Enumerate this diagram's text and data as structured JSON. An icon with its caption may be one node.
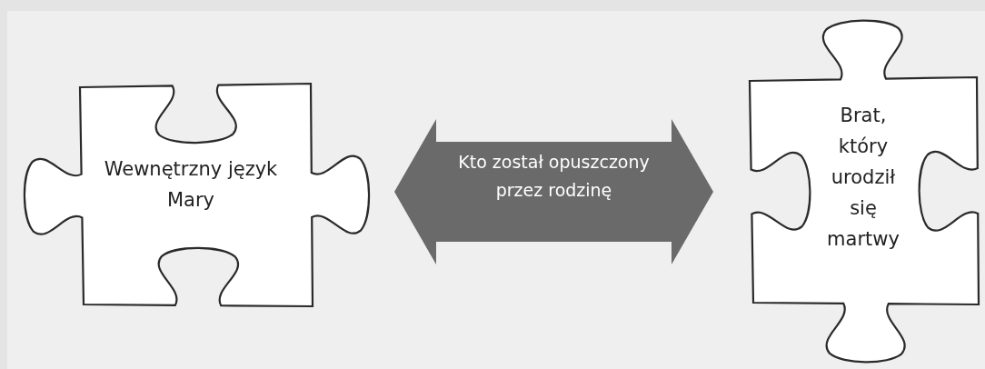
{
  "diagram": {
    "nodes": [
      {
        "text": [
          "Wewnętrzny język Mary"
        ]
      },
      {
        "text": [
          "Brat, który urodził się martwy"
        ]
      }
    ],
    "edges": [
      {
        "from": 0,
        "to": 1,
        "arrow": "both",
        "label": "Kto został opuszczony przez rodzinę"
      }
    ]
  }
}
